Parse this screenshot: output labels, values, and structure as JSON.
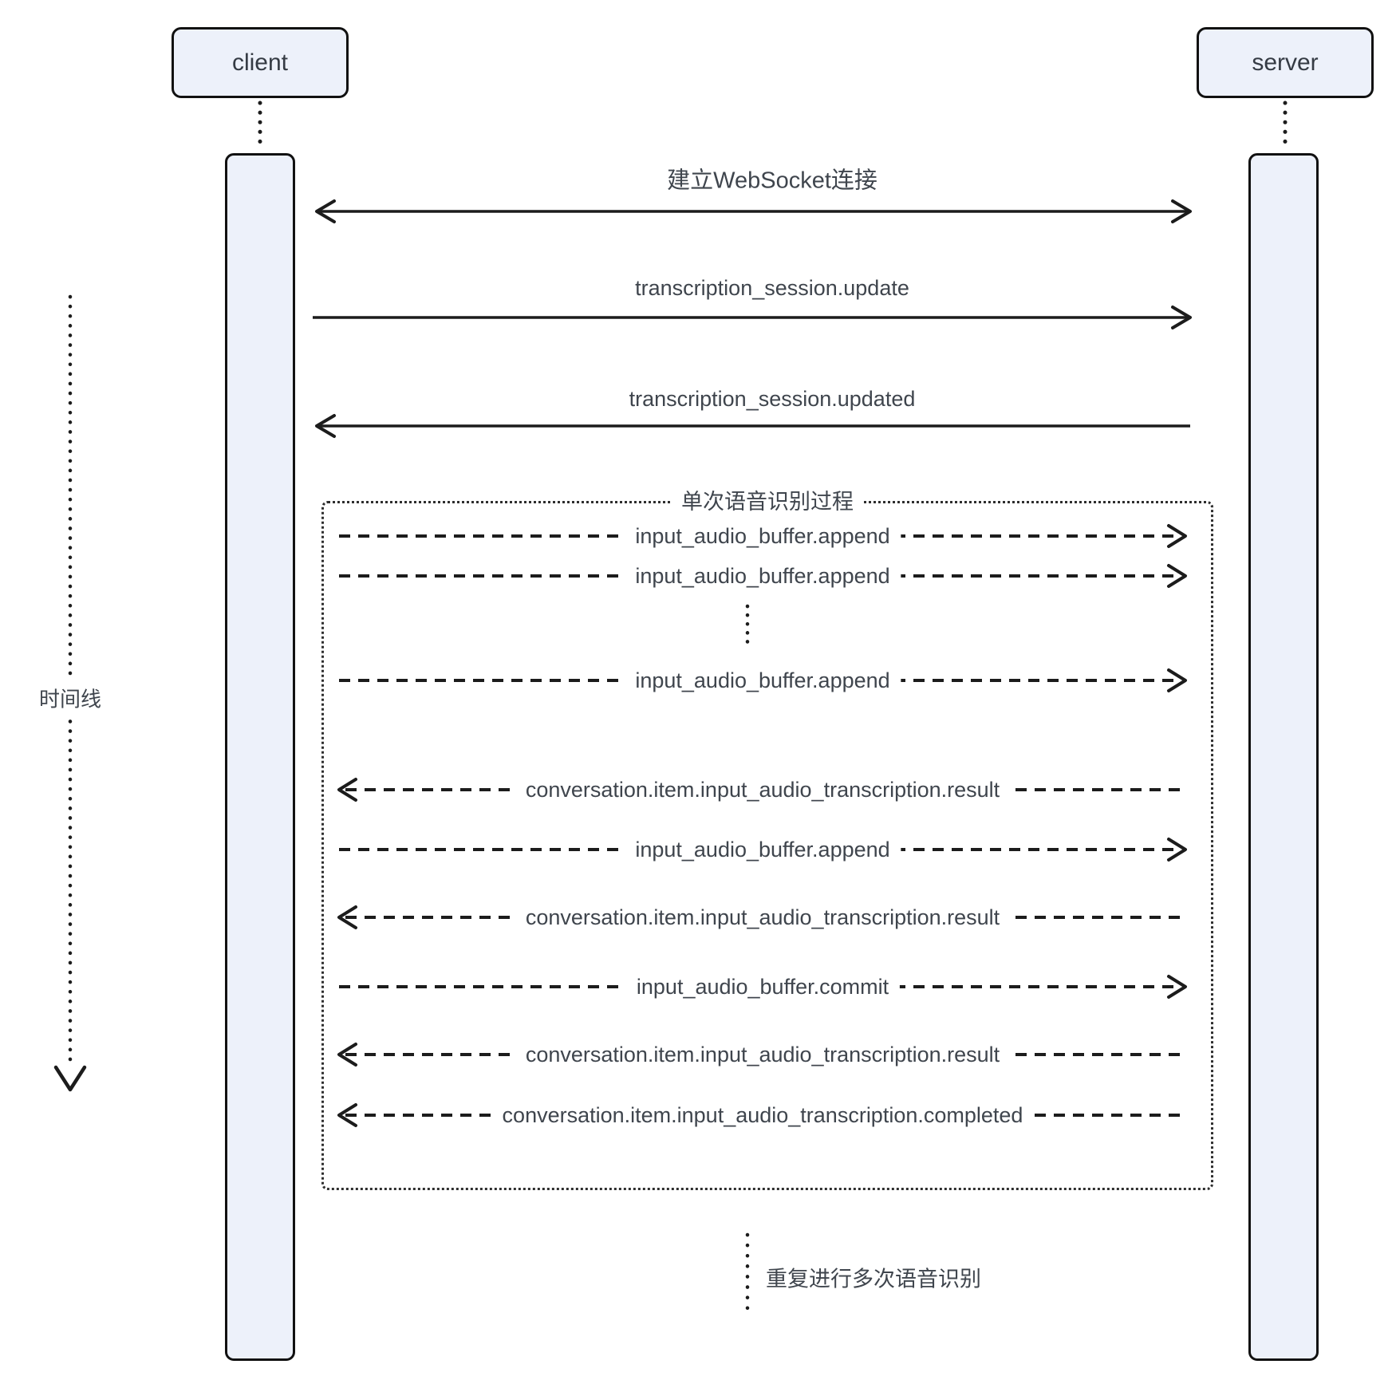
{
  "diagram": {
    "type": "sequence",
    "actors": {
      "client": "client",
      "server": "server"
    },
    "timeline": {
      "label": "时间线",
      "direction": "down"
    },
    "handshake": [
      {
        "label": "建立WebSocket连接",
        "from": "client",
        "to": "server",
        "direction": "both",
        "style": "solid"
      },
      {
        "label": "transcription_session.update",
        "from": "client",
        "to": "server",
        "direction": "right",
        "style": "solid"
      },
      {
        "label": "transcription_session.updated",
        "from": "server",
        "to": "client",
        "direction": "left",
        "style": "solid"
      }
    ],
    "fragment": {
      "title": "单次语音识别过程",
      "messages": [
        {
          "label": "input_audio_buffer.append",
          "direction": "right",
          "style": "dashed"
        },
        {
          "label": "input_audio_buffer.append",
          "direction": "right",
          "style": "dashed"
        },
        {
          "label": "⋮",
          "type": "ellipsis"
        },
        {
          "label": "input_audio_buffer.append",
          "direction": "right",
          "style": "dashed"
        },
        {
          "label": "conversation.item.input_audio_transcription.result",
          "direction": "left",
          "style": "dashed"
        },
        {
          "label": "input_audio_buffer.append",
          "direction": "right",
          "style": "dashed"
        },
        {
          "label": "conversation.item.input_audio_transcription.result",
          "direction": "left",
          "style": "dashed"
        },
        {
          "label": "input_audio_buffer.commit",
          "direction": "right",
          "style": "dashed"
        },
        {
          "label": "conversation.item.input_audio_transcription.result",
          "direction": "left",
          "style": "dashed"
        },
        {
          "label": "conversation.item.input_audio_transcription.completed",
          "direction": "left",
          "style": "dashed"
        }
      ]
    },
    "repeat_note": {
      "label": "重复进行多次语音识别"
    },
    "colors": {
      "node_fill": "#edf1fa",
      "node_border": "#111111",
      "line": "#1c1c1c",
      "text": "#3f454d",
      "background": "#ffffff"
    }
  }
}
